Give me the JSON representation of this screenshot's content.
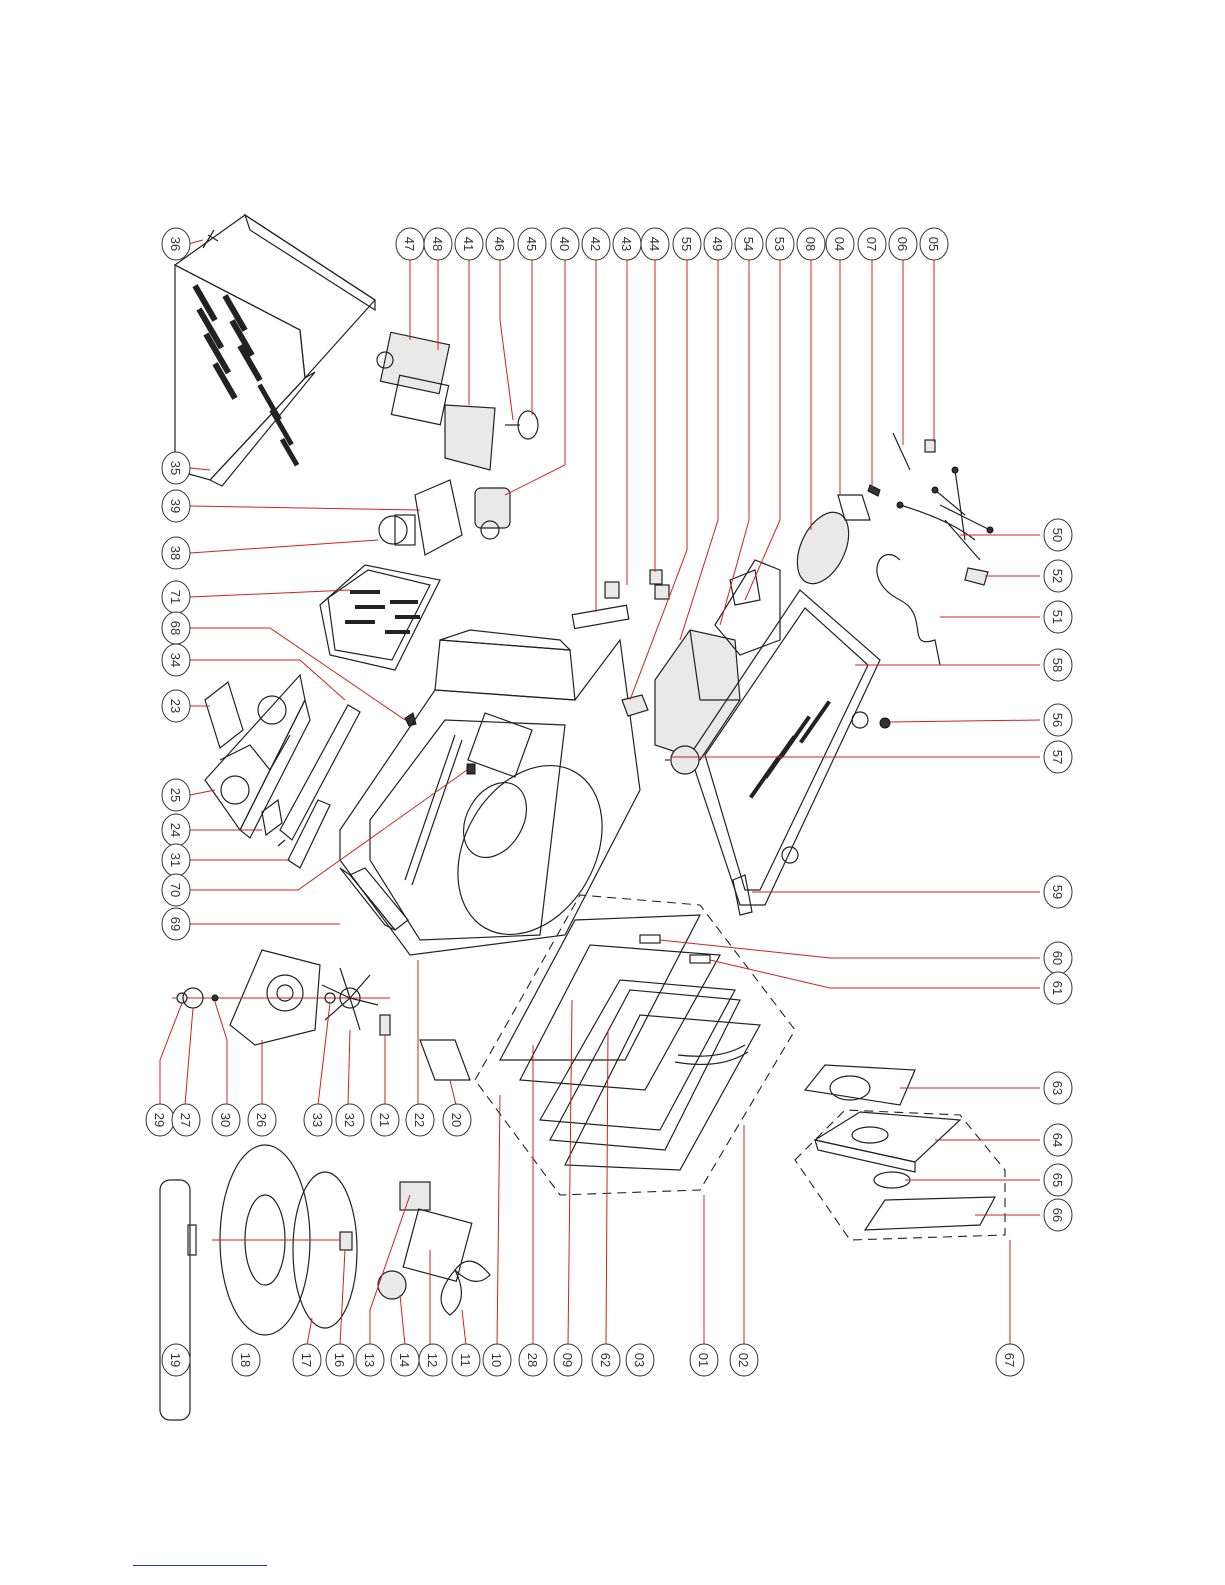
{
  "diagram": {
    "type": "exploded parts view",
    "callouts": [
      {
        "id": "36"
      },
      {
        "id": "35"
      },
      {
        "id": "39"
      },
      {
        "id": "38"
      },
      {
        "id": "71"
      },
      {
        "id": "68"
      },
      {
        "id": "34"
      },
      {
        "id": "23"
      },
      {
        "id": "25"
      },
      {
        "id": "24"
      },
      {
        "id": "31"
      },
      {
        "id": "70"
      },
      {
        "id": "69"
      },
      {
        "id": "29"
      },
      {
        "id": "27"
      },
      {
        "id": "30"
      },
      {
        "id": "26"
      },
      {
        "id": "33"
      },
      {
        "id": "32"
      },
      {
        "id": "21"
      },
      {
        "id": "22"
      },
      {
        "id": "20"
      },
      {
        "id": "19"
      },
      {
        "id": "18"
      },
      {
        "id": "17"
      },
      {
        "id": "16"
      },
      {
        "id": "13"
      },
      {
        "id": "14"
      },
      {
        "id": "12"
      },
      {
        "id": "11"
      },
      {
        "id": "10"
      },
      {
        "id": "28"
      },
      {
        "id": "09"
      },
      {
        "id": "62"
      },
      {
        "id": "03"
      },
      {
        "id": "01"
      },
      {
        "id": "02"
      },
      {
        "id": "47"
      },
      {
        "id": "48"
      },
      {
        "id": "41"
      },
      {
        "id": "46"
      },
      {
        "id": "45"
      },
      {
        "id": "40"
      },
      {
        "id": "42"
      },
      {
        "id": "43"
      },
      {
        "id": "44"
      },
      {
        "id": "55"
      },
      {
        "id": "49"
      },
      {
        "id": "54"
      },
      {
        "id": "53"
      },
      {
        "id": "08"
      },
      {
        "id": "04"
      },
      {
        "id": "07"
      },
      {
        "id": "06"
      },
      {
        "id": "05"
      },
      {
        "id": "50"
      },
      {
        "id": "52"
      },
      {
        "id": "51"
      },
      {
        "id": "58"
      },
      {
        "id": "56"
      },
      {
        "id": "57"
      },
      {
        "id": "59"
      },
      {
        "id": "60"
      },
      {
        "id": "61"
      },
      {
        "id": "63"
      },
      {
        "id": "64"
      },
      {
        "id": "65"
      },
      {
        "id": "66"
      },
      {
        "id": "67"
      }
    ]
  },
  "colors": {
    "leader": "#d42020",
    "line": "#222222",
    "link": "#2233cc"
  }
}
